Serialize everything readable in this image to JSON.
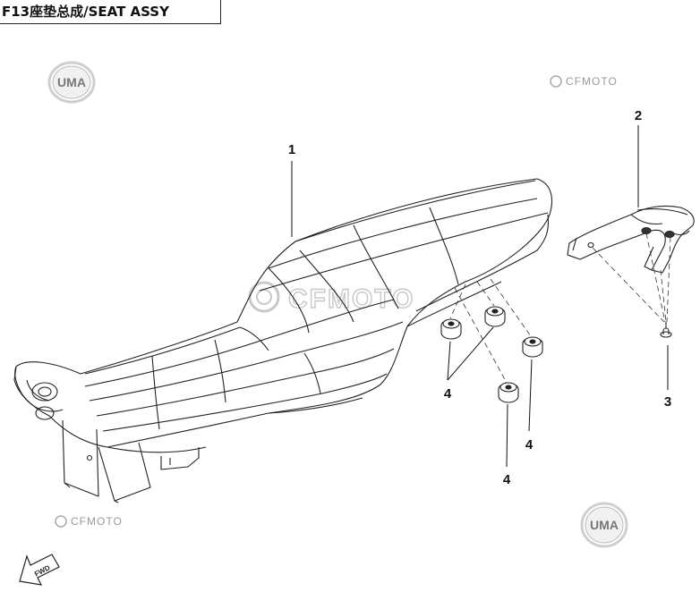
{
  "title": "F13座垫总成/SEAT ASSY",
  "parts": [
    {
      "callout": "1"
    },
    {
      "callout": "2"
    },
    {
      "callout": "3"
    },
    {
      "callout": "4"
    },
    {
      "callout": "4"
    },
    {
      "callout": "4"
    }
  ],
  "watermarks": {
    "uma_logo_text": "UMA",
    "cfmoto_text": "CFMOTO"
  },
  "direction_label": "FWD"
}
